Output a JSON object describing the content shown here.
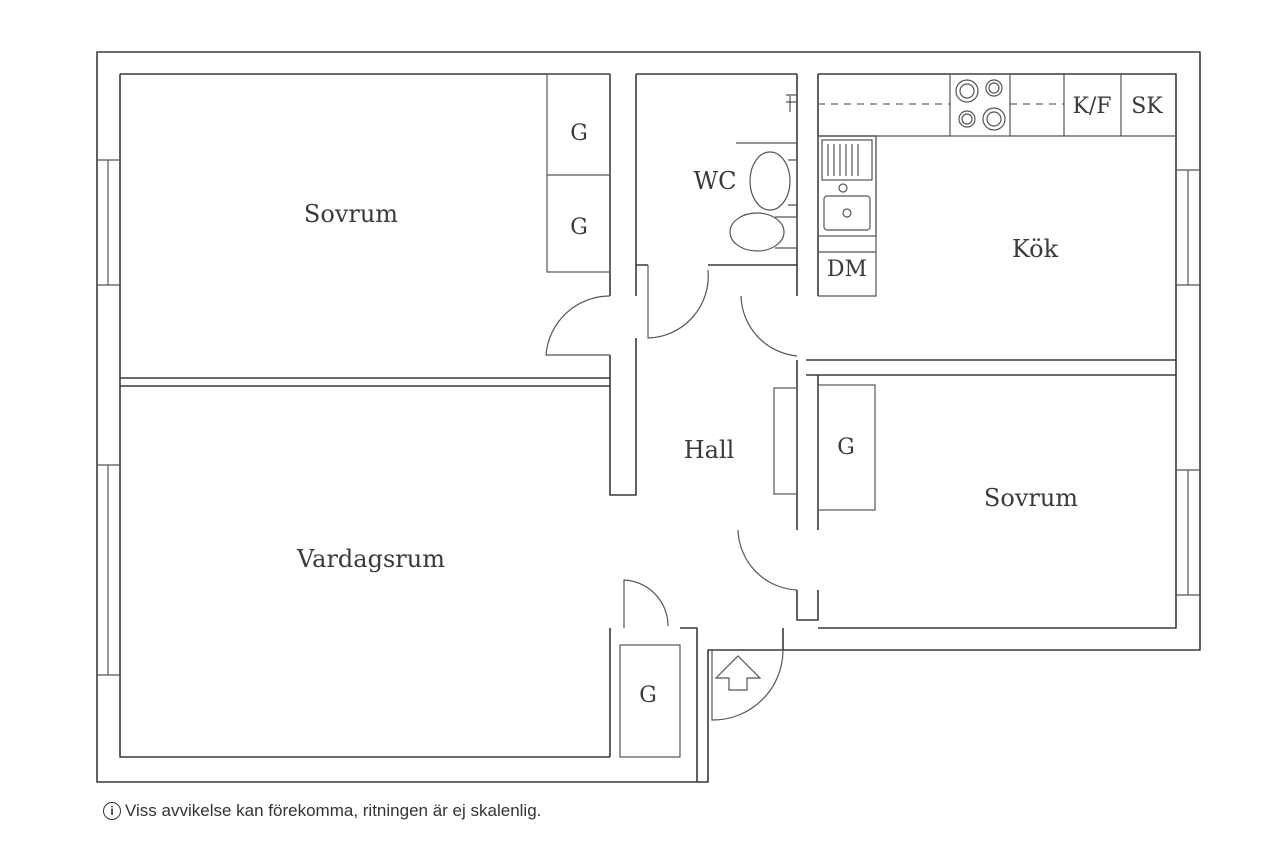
{
  "rooms": {
    "sovrum_left": "Sovrum",
    "wc": "WC",
    "kok": "Kök",
    "hall": "Hall",
    "vardagsrum": "Vardagsrum",
    "sovrum_right": "Sovrum"
  },
  "fixtures": {
    "closet_g": "G",
    "kf": "K/F",
    "sk": "SK",
    "dm": "DM"
  },
  "disclaimer": {
    "icon": "info-icon",
    "text": "Viss avvikelse kan förekomma, ritningen är ej skalenlig."
  }
}
